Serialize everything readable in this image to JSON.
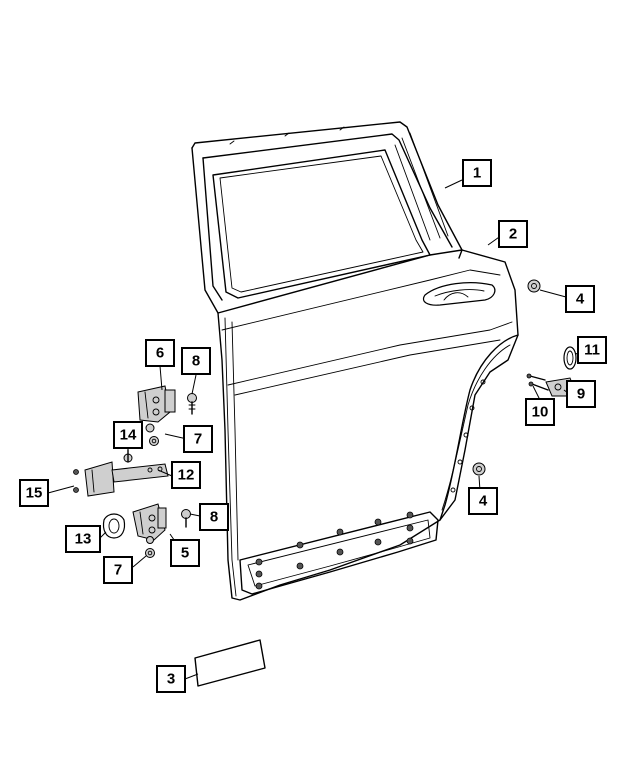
{
  "callouts": {
    "c1": "1",
    "c2": "2",
    "c3": "3",
    "c4a": "4",
    "c4b": "4",
    "c5": "5",
    "c6": "6",
    "c7a": "7",
    "c7b": "7",
    "c8a": "8",
    "c8b": "8",
    "c9": "9",
    "c10": "10",
    "c11": "11",
    "c12": "12",
    "c13": "13",
    "c14": "14",
    "c15": "15"
  },
  "colors": {
    "line": "#000000",
    "background": "#ffffff",
    "part_fill": "#cfcfcf"
  }
}
